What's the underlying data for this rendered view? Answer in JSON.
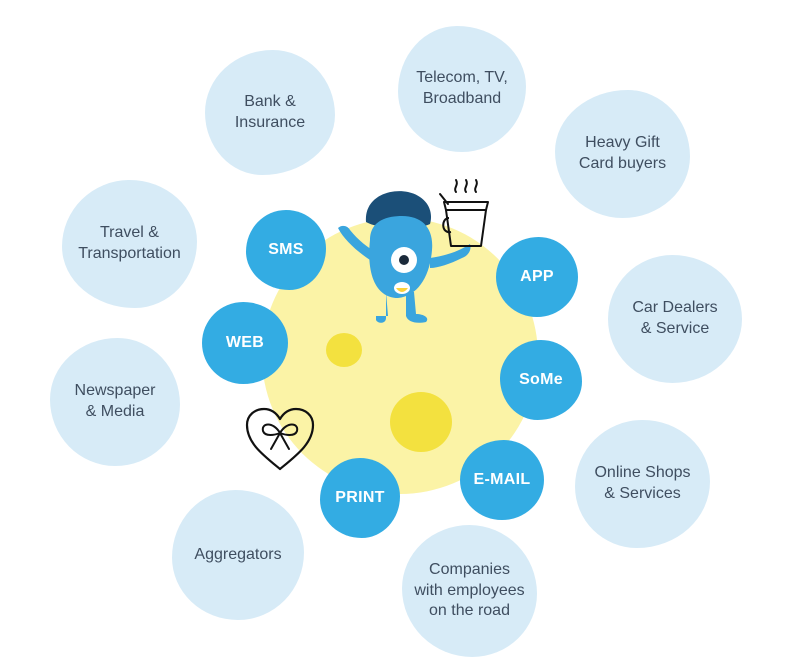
{
  "colors": {
    "outer_bubble": "#d7ebf7",
    "inner_bubble": "#33ace3",
    "moon": "#fbf3a6",
    "crater": "#f3e13f",
    "mascot": "#3aa5de",
    "mascot_hat": "#1b4f78"
  },
  "segments": [
    {
      "label": "Bank &\nInsurance"
    },
    {
      "label": "Telecom, TV,\nBroadband"
    },
    {
      "label": "Heavy Gift\nCard buyers"
    },
    {
      "label": "Travel &\nTransportation"
    },
    {
      "label": "Car Dealers\n& Service"
    },
    {
      "label": "Newspaper\n& Media"
    },
    {
      "label": "Online Shops\n& Services"
    },
    {
      "label": "Aggregators"
    },
    {
      "label": "Companies\nwith employees\non the road"
    }
  ],
  "channels": [
    {
      "label": "SMS"
    },
    {
      "label": "APP"
    },
    {
      "label": "WEB"
    },
    {
      "label": "SoMe"
    },
    {
      "label": "E-MAIL"
    },
    {
      "label": "PRINT"
    }
  ],
  "icons": {
    "mascot": "mascot-illustration",
    "coffee": "coffee-cup-icon",
    "gift": "gift-heart-icon"
  }
}
